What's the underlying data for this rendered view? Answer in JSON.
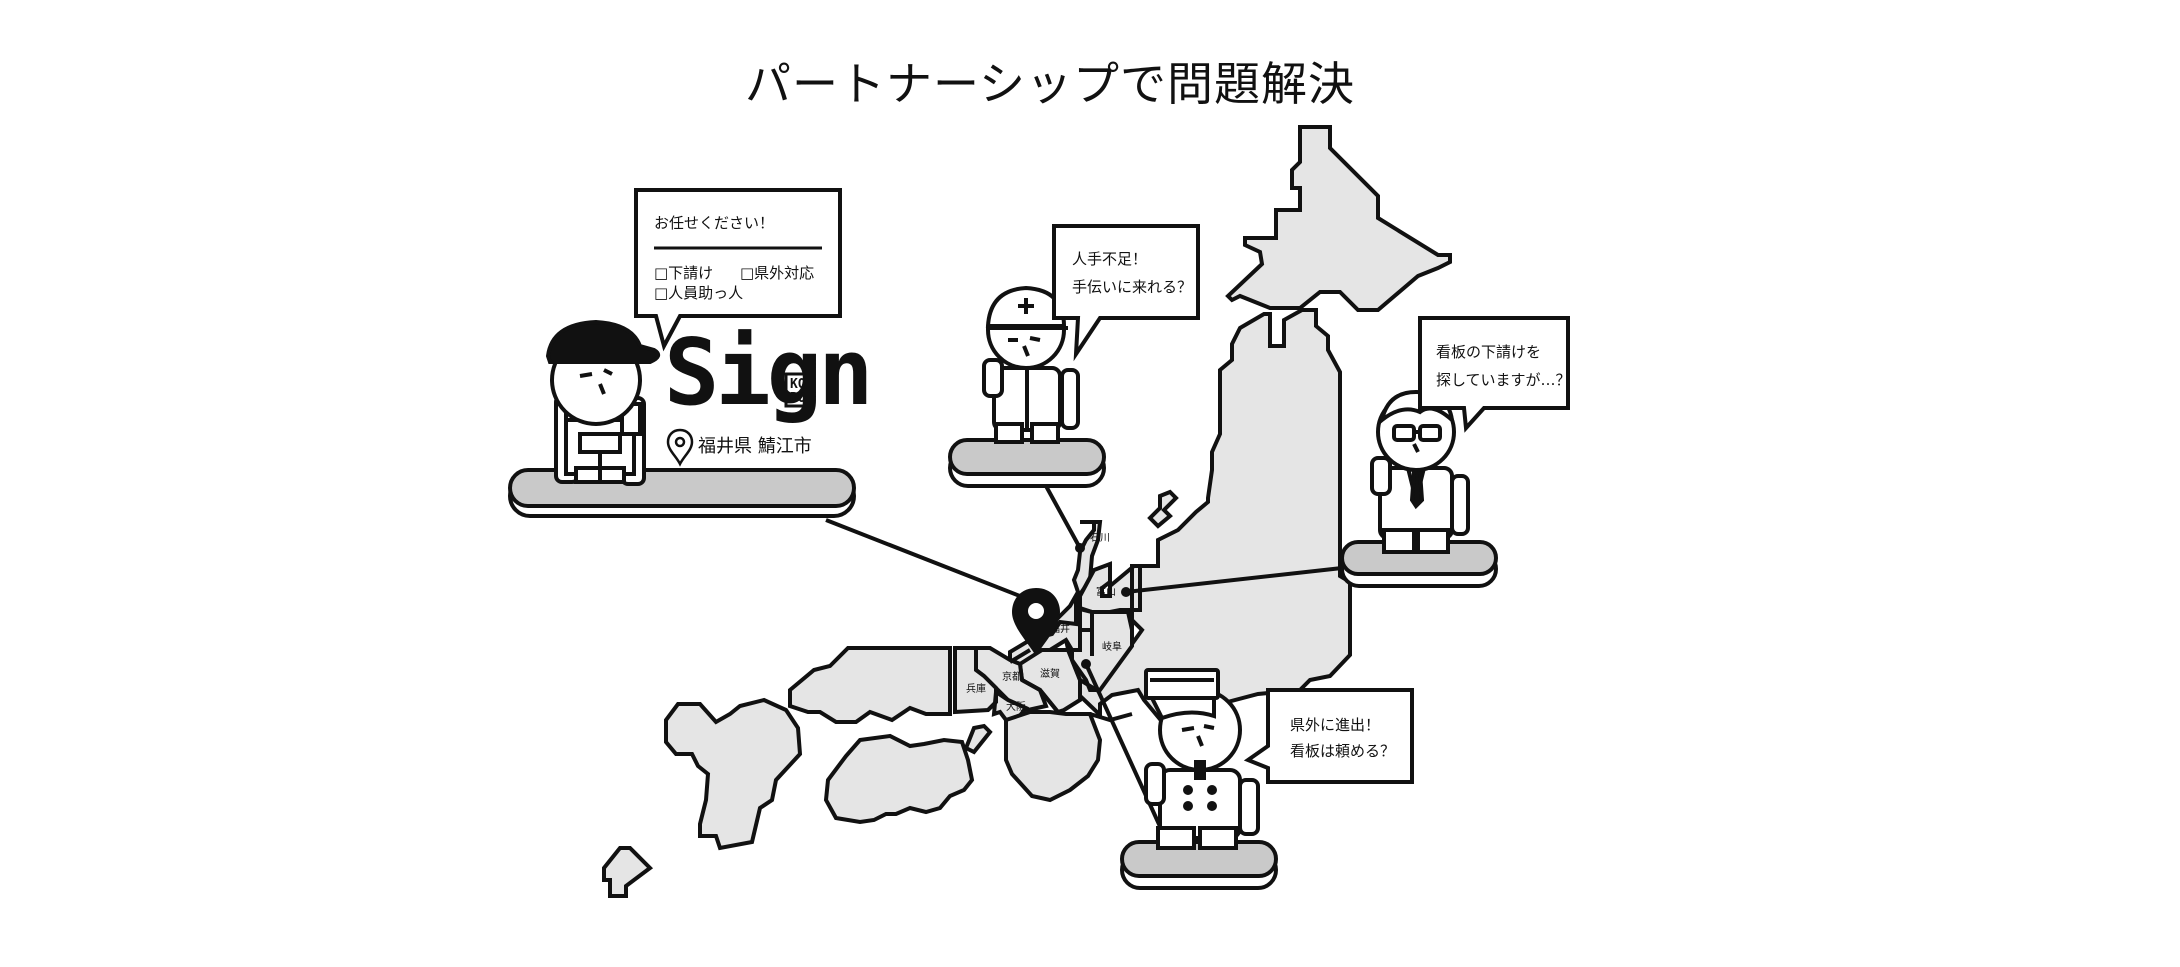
{
  "title": "パートナーシップで問題解決",
  "logo": {
    "name": "Sign",
    "sub": [
      "KO",
      "BO"
    ],
    "location": "福井県 鯖江市"
  },
  "bubbles": {
    "shop": {
      "heading": "お任せください！",
      "checks": [
        "□下請け",
        "□県外対応",
        "□人員助っ人"
      ]
    },
    "worker": [
      "人手不足！",
      "手伝いに来れる？"
    ],
    "salaryman": [
      "看板の下請けを",
      "探していますが…？"
    ],
    "chef": [
      "県外に進出！",
      "看板は頼める？"
    ]
  },
  "prefectures": {
    "ishikawa": "石川",
    "toyama": "富山",
    "fukui": "福井",
    "gifu": "岐阜",
    "shiga": "滋賀",
    "kyoto": "京都",
    "hyogo": "兵庫",
    "osaka": "大阪"
  },
  "colors": {
    "ink": "#111111",
    "land": "#e5e5e5",
    "platform": "#c9c9c9"
  },
  "icons": [
    "location-pin-icon",
    "location-outline-icon",
    "checkbox-icon"
  ]
}
